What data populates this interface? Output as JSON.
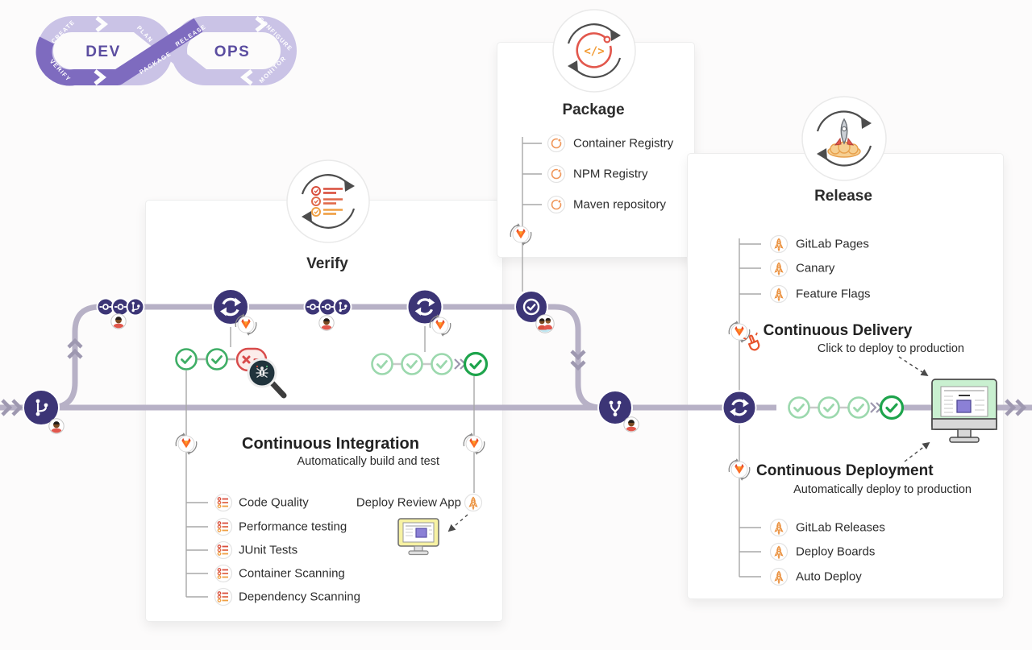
{
  "loop": {
    "dev": "DEV",
    "ops": "OPS",
    "create": "CREATE",
    "plan": "PLAN",
    "verify": "VERIFY",
    "package": "PACKAGE",
    "release": "RELEASE",
    "configure": "CONFIGURE",
    "monitor": "MONITOR"
  },
  "stages": {
    "verify": {
      "title": "Verify"
    },
    "package": {
      "title": "Package",
      "items": [
        "Container Registry",
        "NPM Registry",
        "Maven repository"
      ]
    },
    "release": {
      "title": "Release",
      "items": [
        "GitLab Pages",
        "Canary",
        "Feature Flags"
      ]
    }
  },
  "ci": {
    "title": "Continuous Integration",
    "subtitle": "Automatically build and test",
    "items": [
      "Code Quality",
      "Performance testing",
      "JUnit Tests",
      "Container Scanning",
      "Dependency Scanning"
    ],
    "deploy_review_app": "Deploy Review App"
  },
  "delivery": {
    "title": "Continuous Delivery",
    "subtitle": "Click to deploy to production"
  },
  "deployment": {
    "title": "Continuous Deployment",
    "subtitle": "Automatically deploy to production",
    "items": [
      "GitLab Releases",
      "Deploy Boards",
      "Auto Deploy"
    ]
  },
  "colors": {
    "node_purple": "#3c3576",
    "pipeline_line": "#b7b1c6",
    "green_bold": "#1ea44c",
    "green_light": "#9bd8ad",
    "green_mid": "#3fae66",
    "fail_red": "#d84b4b",
    "gitlab_orange": "#fc6d26",
    "loop_dark": "#7e6bbf",
    "loop_light": "#cac3e6"
  }
}
